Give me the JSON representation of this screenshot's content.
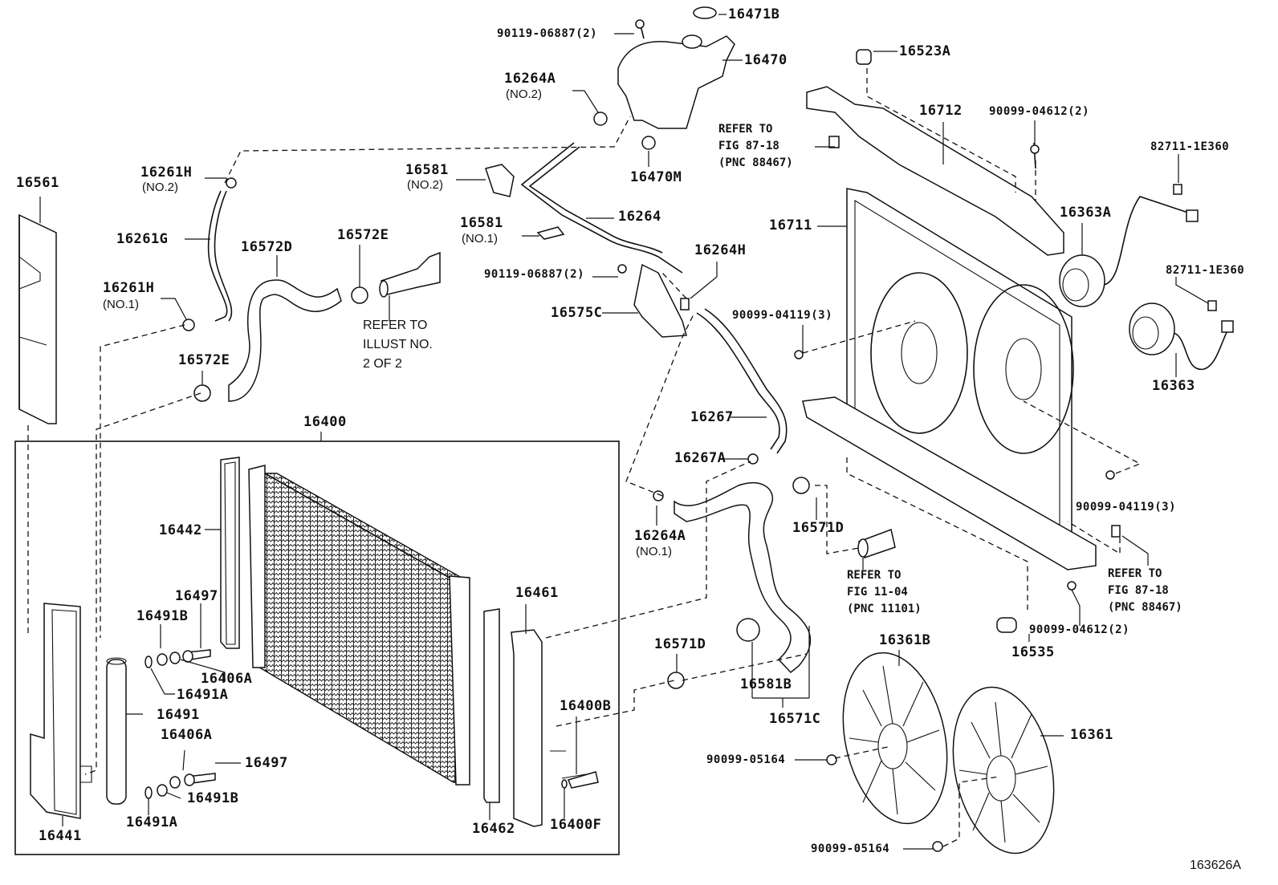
{
  "diagram": {
    "figure_id": "163626A",
    "assembly_group": "16400",
    "parts": {
      "p16471B": "16471B",
      "p90119_top": "90119-06887(2)",
      "p16470": "16470",
      "p16264A_no2": "16264A",
      "p16264A_no2_sub": "(NO.2)",
      "p16470M": "16470M",
      "p16523A": "16523A",
      "p16712": "16712",
      "p90099_04612_top": "90099-04612(2)",
      "p82711_a": "82711-1E360",
      "p82711_b": "82711-1E360",
      "p16363A": "16363A",
      "p16363": "16363",
      "p16711": "16711",
      "p16561": "16561",
      "p16261H_no2": "16261H",
      "p16261H_no2_sub": "(NO.2)",
      "p16261G": "16261G",
      "p16261H_no1": "16261H",
      "p16261H_no1_sub": "(NO.1)",
      "p16572D": "16572D",
      "p16572E_a": "16572E",
      "p16572E_b": "16572E",
      "p16581_no2": "16581",
      "p16581_no2_sub": "(NO.2)",
      "p16581_no1": "16581",
      "p16581_no1_sub": "(NO.1)",
      "p16264": "16264",
      "p90119_mid": "90119-06887(2)",
      "p16264H": "16264H",
      "p16575C": "16575C",
      "p90099_04119_a": "90099-04119(3)",
      "p90099_04119_b": "90099-04119(3)",
      "p16267": "16267",
      "p16267A": "16267A",
      "p16264A_no1": "16264A",
      "p16264A_no1_sub": "(NO.1)",
      "p16571D_a": "16571D",
      "p16571D_b": "16571D",
      "p16400": "16400",
      "p16442": "16442",
      "p16497_a": "16497",
      "p16491B_a": "16491B",
      "p16406A_a": "16406A",
      "p16491A_a": "16491A",
      "p16491": "16491",
      "p16406A_b": "16406A",
      "p16497_b": "16497",
      "p16491B_b": "16491B",
      "p16491A_b": "16491A",
      "p16441": "16441",
      "p16461": "16461",
      "p16400B": "16400B",
      "p16462": "16462",
      "p16400F": "16400F",
      "p16581B": "16581B",
      "p16571C": "16571C",
      "p16535": "16535",
      "p90099_04612_bot": "90099-04612(2)",
      "p16361B": "16361B",
      "p16361": "16361",
      "p90099_05164_a": "90099-05164",
      "p90099_05164_b": "90099-05164"
    },
    "notes": {
      "refer_fig_87_18_top": "REFER TO\nFIG 87-18\n(PNC 88467)",
      "refer_fig_87_18_bot": "REFER TO\nFIG 87-18\n(PNC 88467)",
      "refer_fig_11_04": "REFER TO\nFIG 11-04\n(PNC 11101)",
      "refer_illust": "REFER TO\nILLUST NO.\n2 OF 2"
    }
  }
}
